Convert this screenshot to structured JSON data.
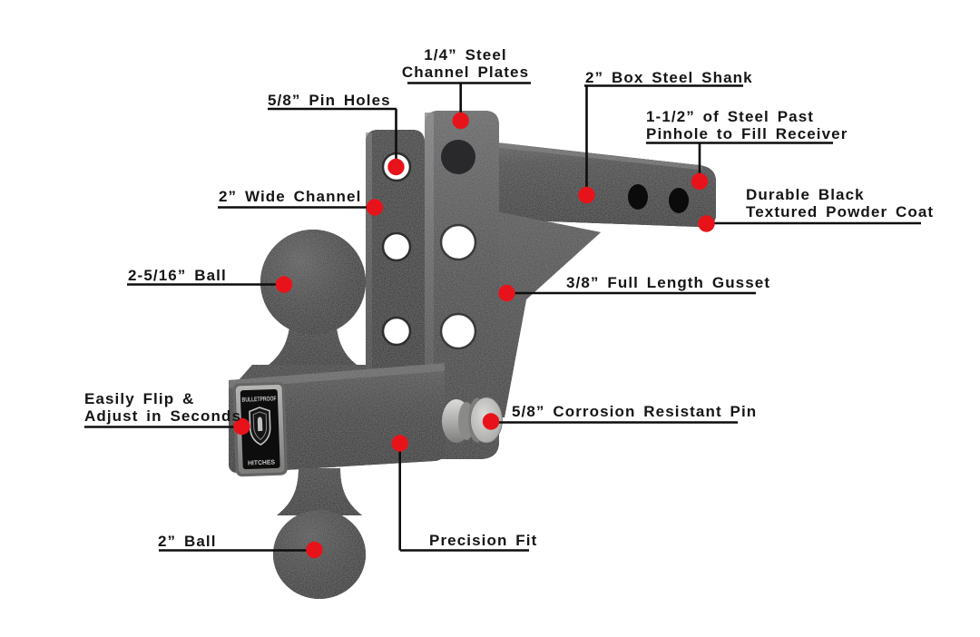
{
  "diagram": {
    "description": "Annotated product diagram of an adjustable drop hitch with dual tow balls",
    "callouts": [
      {
        "id": "steel-channel-plates",
        "line1": "1/4” Steel",
        "line2": "Channel Plates"
      },
      {
        "id": "box-steel-shank",
        "line1": "2” Box Steel Shank"
      },
      {
        "id": "pin-holes",
        "line1": "5/8” Pin Holes"
      },
      {
        "id": "steel-past-pinhole",
        "line1": "1-1/2” of Steel Past",
        "line2": "Pinhole to Fill Receiver"
      },
      {
        "id": "wide-channel",
        "line1": "2” Wide Channel"
      },
      {
        "id": "powder-coat",
        "line1": "Durable Black",
        "line2": "Textured Powder Coat"
      },
      {
        "id": "ball-large",
        "line1": "2-5/16” Ball"
      },
      {
        "id": "full-length-gusset",
        "line1": "3/8” Full Length Gusset"
      },
      {
        "id": "easy-flip",
        "line1": "Easily Flip &",
        "line2": "Adjust in Seconds"
      },
      {
        "id": "corrosion-resistant-pin",
        "line1": "5/8” Corrosion Resistant Pin"
      },
      {
        "id": "ball-small",
        "line1": "2” Ball"
      },
      {
        "id": "precision-fit",
        "line1": "Precision Fit"
      }
    ],
    "badge": {
      "top": "BULLETPROOF",
      "bottom": "HITCHES"
    },
    "colors": {
      "background": "#ffffff",
      "callout_dot": "#e8131a",
      "callout_line": "#0d0d0d",
      "label_text": "#151515",
      "product_black": "#1d1d1f",
      "product_gray": "#4a4a4c",
      "pin_silver": "#c4c4c2"
    }
  }
}
